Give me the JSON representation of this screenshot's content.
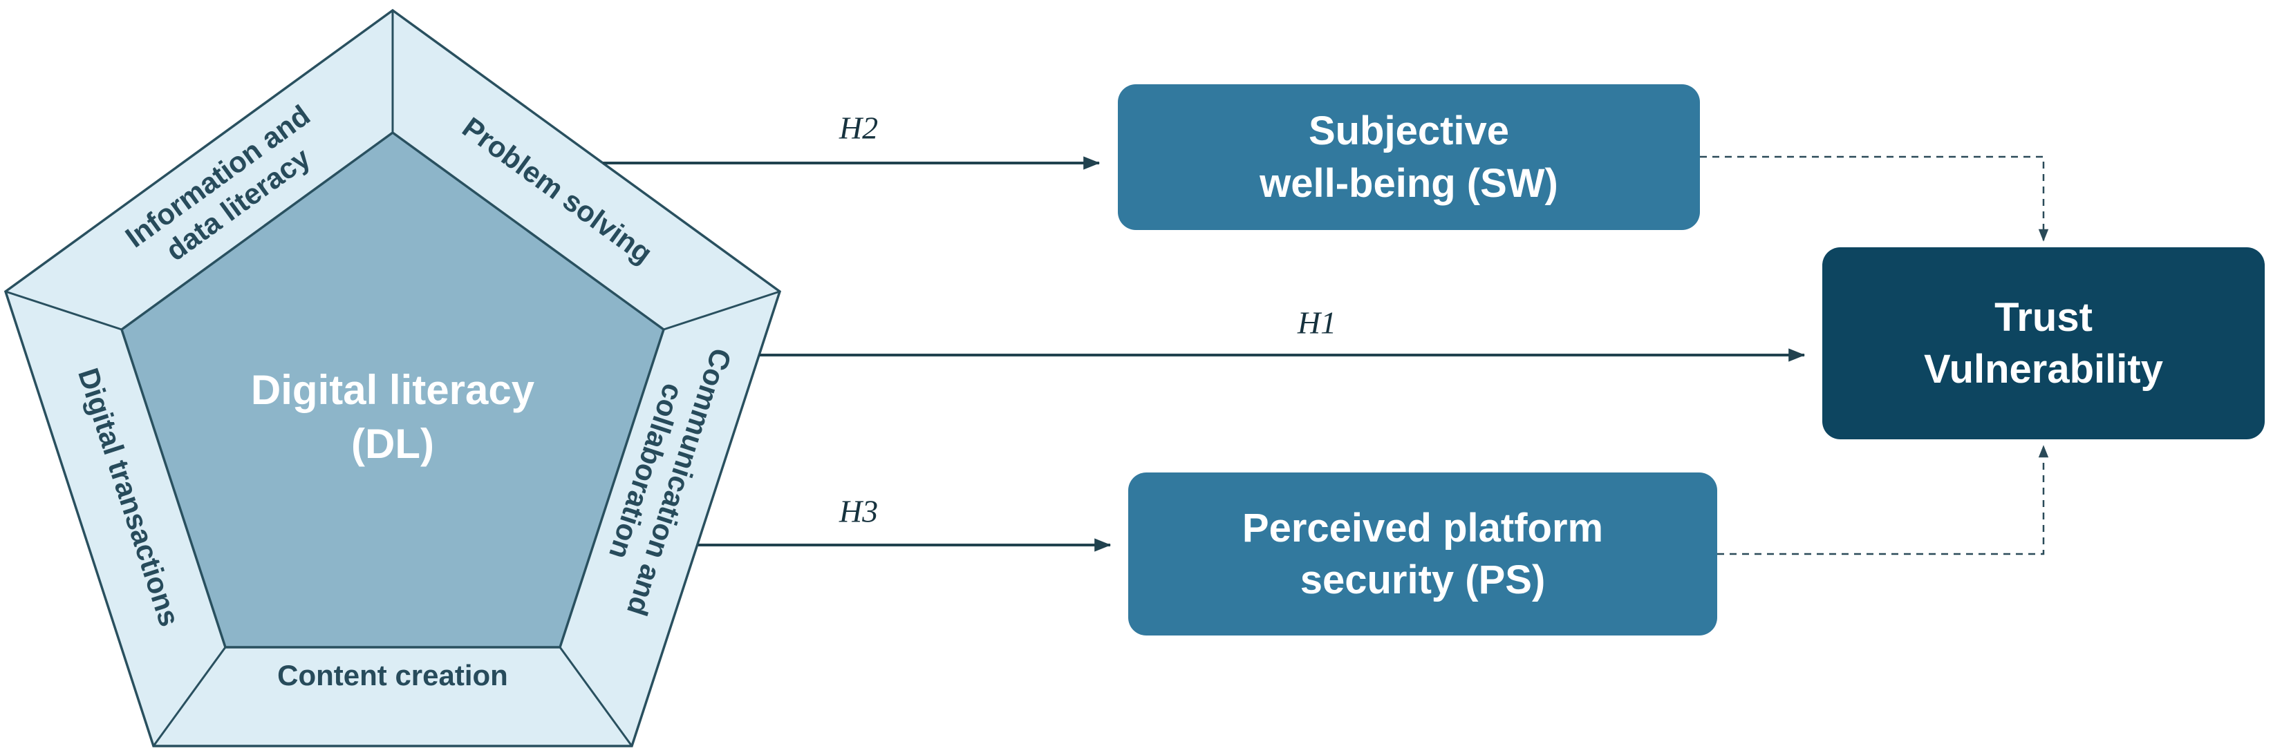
{
  "pentagon": {
    "center_label": "Digital literacy\n(DL)",
    "segments": [
      {
        "label": "Information and\ndata literacy"
      },
      {
        "label": "Problem solving"
      },
      {
        "label": "Communication and\ncollaboration"
      },
      {
        "label": "Digital transactions"
      },
      {
        "label": "Content creation"
      }
    ]
  },
  "hypotheses": {
    "h1": "H1",
    "h2": "H2",
    "h3": "H3"
  },
  "boxes": {
    "sw": {
      "label": "Subjective\nwell-being (SW)"
    },
    "trust": {
      "label": "Trust\nVulnerability"
    },
    "ps": {
      "label": "Perceived platform\nsecurity (PS)"
    }
  },
  "colors": {
    "outer_pentagon_fill": "#dcedf5",
    "inner_pentagon_fill": "#8db5c9",
    "outline_stroke": "#29505f",
    "arrow_color": "#21424f",
    "dashed_color": "#2a4a58",
    "box_teal": "#32799e",
    "box_dark_teal": "#0d4560",
    "segment_text": "#274b5b",
    "hypothesis_text": "#16323e"
  }
}
